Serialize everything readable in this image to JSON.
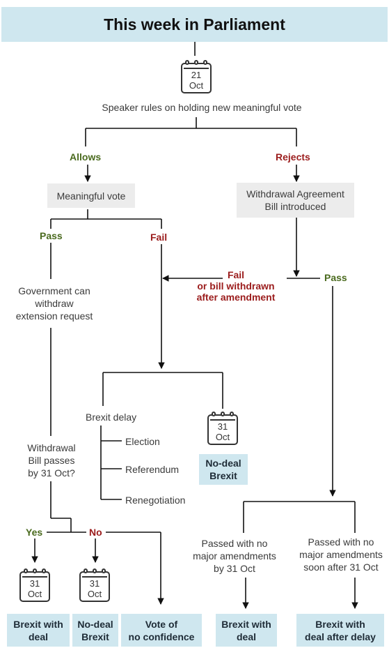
{
  "title": "This week in Parliament",
  "calendars": {
    "top": {
      "day": "21",
      "month": "Oct"
    },
    "nodeal_mid": {
      "day": "31",
      "month": "Oct"
    },
    "yes": {
      "day": "31",
      "month": "Oct"
    },
    "no": {
      "day": "31",
      "month": "Oct"
    }
  },
  "speaker_text": "Speaker rules on holding new meaningful vote",
  "allows_label": "Allows",
  "rejects_label": "Rejects",
  "meaningful_vote": "Meaningful vote",
  "withdrawal_bill_intro": {
    "line1": "Withdrawal Agreement",
    "line2": "Bill introduced"
  },
  "pass_label_left": "Pass",
  "fail_label_left": "Fail",
  "gov_can": {
    "line1": "Government can",
    "line2": "withdraw",
    "line3": "extension request"
  },
  "fail_withdrawn": {
    "line1": "Fail",
    "line2": "or bill withdrawn",
    "line3": "after amendment"
  },
  "pass_label_right": "Pass",
  "brexit_delay": "Brexit delay",
  "delay_options": [
    "Election",
    "Referendum",
    "Renegotiation"
  ],
  "nodeal_mid_box": {
    "line1": "No-deal",
    "line2": "Brexit"
  },
  "withdrawal_passes": {
    "line1": "Withdrawal",
    "line2": "Bill passes",
    "line3": "by 31 Oct?"
  },
  "yes_label": "Yes",
  "no_label": "No",
  "passed_by": {
    "line1": "Passed with no",
    "line2": "major amendments",
    "line3": "by 31 Oct"
  },
  "passed_after": {
    "line1": "Passed with no",
    "line2": "major amendments",
    "line3": "soon after 31 Oct"
  },
  "outcomes": {
    "brexit_deal": {
      "line1": "Brexit with",
      "line2": "deal"
    },
    "nodeal": {
      "line1": "No-deal",
      "line2": "Brexit"
    },
    "vote_noconf": {
      "line1": "Vote of",
      "line2": "no confidence"
    },
    "brexit_deal2": {
      "line1": "Brexit with",
      "line2": "deal"
    },
    "brexit_deal_delay": {
      "line1": "Brexit with",
      "line2": "deal after delay"
    }
  },
  "colors": {
    "blue_box": "#cfe7ef",
    "gray_box": "#ececec",
    "green": "#4a6a1e",
    "red": "#9b1c1c"
  }
}
